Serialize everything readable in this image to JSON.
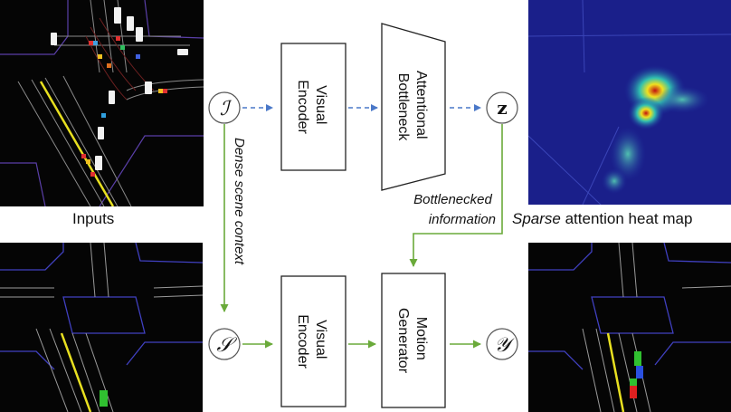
{
  "labels": {
    "inputs": "Inputs",
    "sparse_em": "Sparse",
    "sparse_rest": " attention heat map",
    "dense_context": "Dense scene context",
    "bottleneck_info_1": "Bottlenecked",
    "bottleneck_info_2": "information"
  },
  "nodes": {
    "input": "ℐ",
    "latent": "z",
    "scene": "𝒮",
    "output": "𝒴"
  },
  "boxes": {
    "encoder_top": [
      "Visual",
      "Encoder"
    ],
    "bottleneck": [
      "Attentional",
      "Bottleneck"
    ],
    "encoder_bottom": [
      "Visual",
      "Encoder"
    ],
    "generator": [
      "Motion",
      "Generator"
    ]
  },
  "colors": {
    "blue_arrow": "#4a78c8",
    "green_arrow": "#6aaa3a",
    "road_line": "#4040c0",
    "yellow_lane": "#e8e020"
  }
}
